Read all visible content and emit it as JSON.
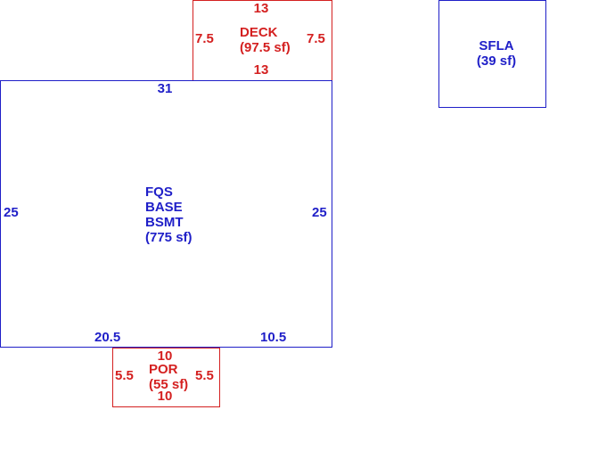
{
  "colors": {
    "main_area": "#1f1fc8",
    "addition": "#d42020"
  },
  "main": {
    "top_dim": "31",
    "left_dim": "25",
    "right_dim": "25",
    "bottom_left_dim": "20.5",
    "bottom_right_dim": "10.5",
    "label_lines": [
      "FQS",
      "BASE",
      "BSMT",
      "(775 sf)"
    ]
  },
  "deck": {
    "top_dim": "13",
    "bottom_dim": "13",
    "left_dim": "7.5",
    "right_dim": "7.5",
    "label_lines": [
      "DECK",
      "(97.5 sf)"
    ]
  },
  "porch": {
    "top_dim": "10",
    "bottom_dim": "10",
    "left_dim": "5.5",
    "right_dim": "5.5",
    "label_lines": [
      "POR",
      "(55 sf)"
    ]
  },
  "sfla": {
    "label_lines": [
      "SFLA",
      "(39 sf)"
    ]
  }
}
